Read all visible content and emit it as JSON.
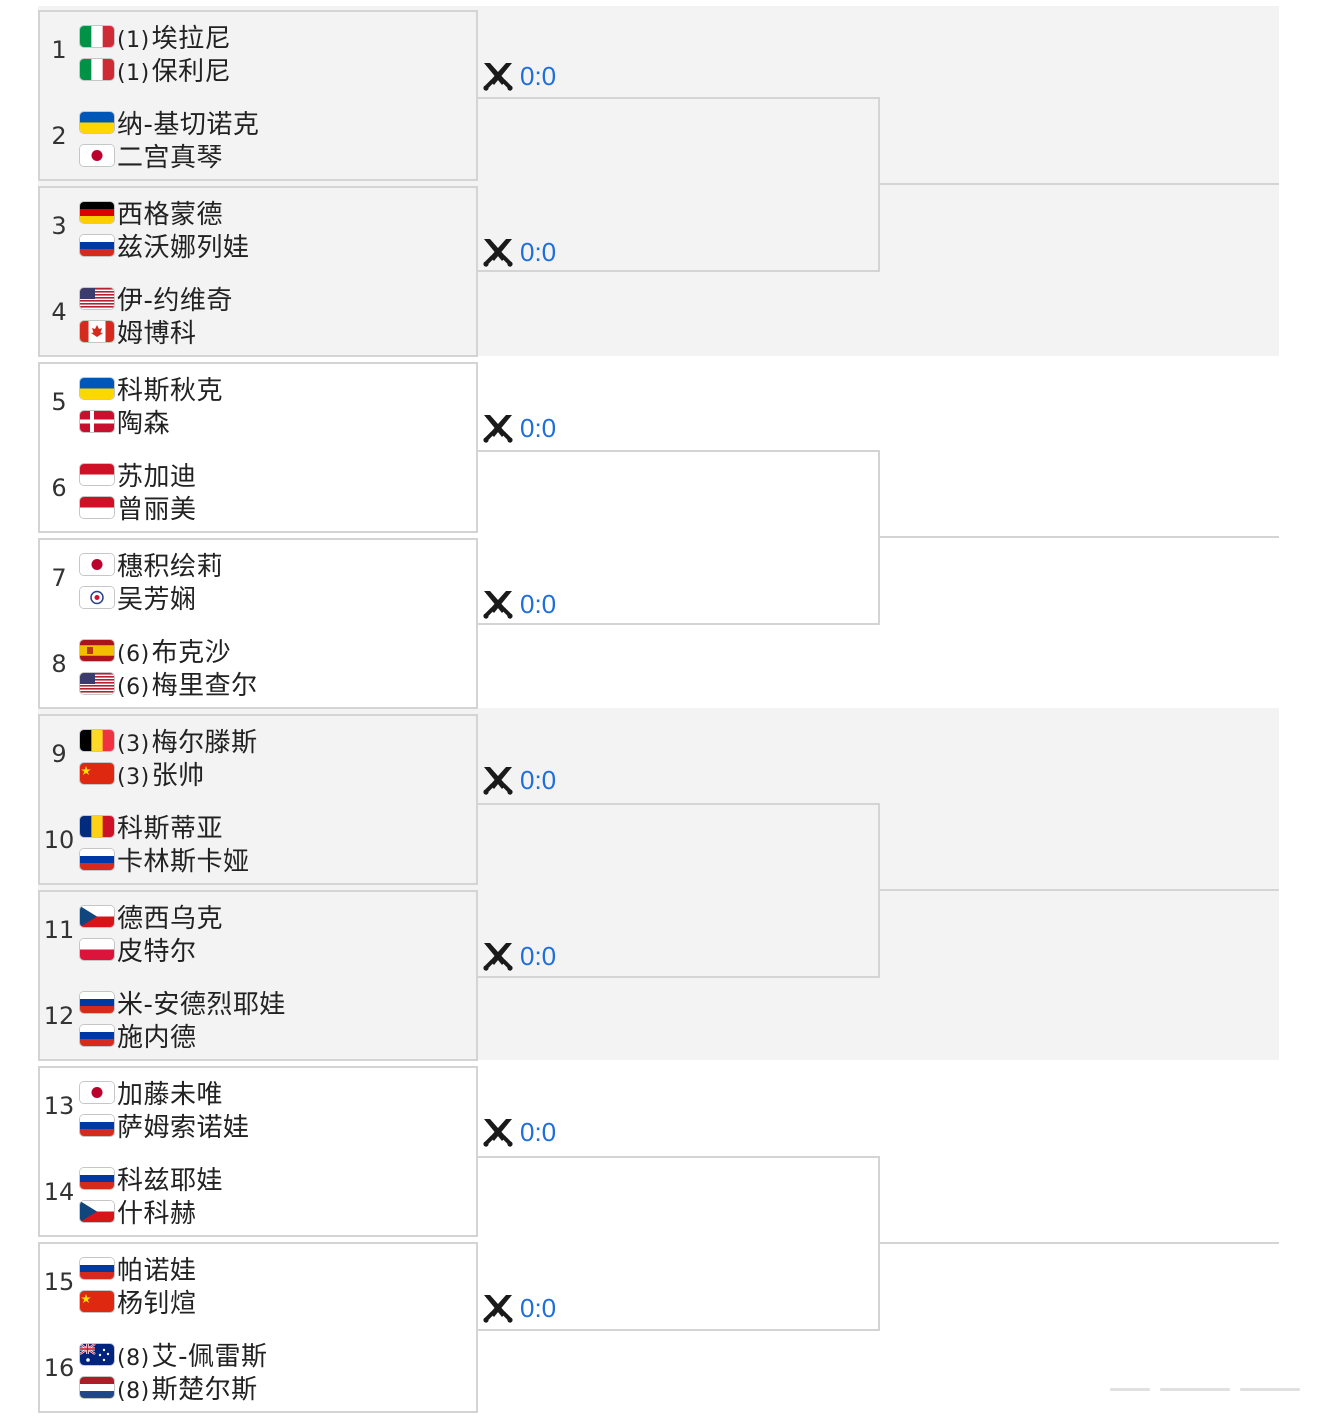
{
  "bracket": {
    "groups": [
      {
        "matches": [
          {
            "number": "1",
            "players": [
              {
                "seed": "(1)",
                "name": "埃拉尼",
                "flag": "italy"
              },
              {
                "seed": "(1)",
                "name": "保利尼",
                "flag": "italy"
              }
            ]
          },
          {
            "number": "2",
            "players": [
              {
                "seed": "",
                "name": "纳-基切诺克",
                "flag": "ukraine"
              },
              {
                "seed": "",
                "name": "二宫真琴",
                "flag": "japan"
              }
            ]
          }
        ],
        "score": "0:0"
      },
      {
        "matches": [
          {
            "number": "3",
            "players": [
              {
                "seed": "",
                "name": "西格蒙德",
                "flag": "germany"
              },
              {
                "seed": "",
                "name": "兹沃娜列娃",
                "flag": "russia"
              }
            ]
          },
          {
            "number": "4",
            "players": [
              {
                "seed": "",
                "name": "伊-约维奇",
                "flag": "usa"
              },
              {
                "seed": "",
                "name": "姆博科",
                "flag": "canada"
              }
            ]
          }
        ],
        "score": "0:0"
      },
      {
        "matches": [
          {
            "number": "5",
            "players": [
              {
                "seed": "",
                "name": "科斯秋克",
                "flag": "ukraine"
              },
              {
                "seed": "",
                "name": "陶森",
                "flag": "denmark"
              }
            ]
          },
          {
            "number": "6",
            "players": [
              {
                "seed": "",
                "name": "苏加迪",
                "flag": "indonesia"
              },
              {
                "seed": "",
                "name": "曾丽美",
                "flag": "indonesia"
              }
            ]
          }
        ],
        "score": "0:0"
      },
      {
        "matches": [
          {
            "number": "7",
            "players": [
              {
                "seed": "",
                "name": "穗积绘莉",
                "flag": "japan"
              },
              {
                "seed": "",
                "name": "吴芳娴",
                "flag": "chinese-taipei"
              }
            ]
          },
          {
            "number": "8",
            "players": [
              {
                "seed": "(6)",
                "name": "布克沙",
                "flag": "spain"
              },
              {
                "seed": "(6)",
                "name": "梅里查尔",
                "flag": "usa"
              }
            ]
          }
        ],
        "score": "0:0"
      },
      {
        "matches": [
          {
            "number": "9",
            "players": [
              {
                "seed": "(3)",
                "name": "梅尔滕斯",
                "flag": "belgium"
              },
              {
                "seed": "(3)",
                "name": "张帅",
                "flag": "china"
              }
            ]
          },
          {
            "number": "10",
            "players": [
              {
                "seed": "",
                "name": "科斯蒂亚",
                "flag": "romania"
              },
              {
                "seed": "",
                "name": "卡林斯卡娅",
                "flag": "russia"
              }
            ]
          }
        ],
        "score": "0:0"
      },
      {
        "matches": [
          {
            "number": "11",
            "players": [
              {
                "seed": "",
                "name": "德西乌克",
                "flag": "czech"
              },
              {
                "seed": "",
                "name": "皮特尔",
                "flag": "poland"
              }
            ]
          },
          {
            "number": "12",
            "players": [
              {
                "seed": "",
                "name": "米-安德烈耶娃",
                "flag": "russia"
              },
              {
                "seed": "",
                "name": "施内德",
                "flag": "russia"
              }
            ]
          }
        ],
        "score": "0:0"
      },
      {
        "matches": [
          {
            "number": "13",
            "players": [
              {
                "seed": "",
                "name": "加藤未唯",
                "flag": "japan"
              },
              {
                "seed": "",
                "name": "萨姆索诺娃",
                "flag": "russia"
              }
            ]
          },
          {
            "number": "14",
            "players": [
              {
                "seed": "",
                "name": "科兹耶娃",
                "flag": "russia"
              },
              {
                "seed": "",
                "name": "什科赫",
                "flag": "czech"
              }
            ]
          }
        ],
        "score": "0:0"
      },
      {
        "matches": [
          {
            "number": "15",
            "players": [
              {
                "seed": "",
                "name": "帕诺娃",
                "flag": "russia"
              },
              {
                "seed": "",
                "name": "杨钊煊",
                "flag": "china"
              }
            ]
          },
          {
            "number": "16",
            "players": [
              {
                "seed": "(8)",
                "name": "艾-佩雷斯",
                "flag": "australia"
              },
              {
                "seed": "(8)",
                "name": "斯楚尔斯",
                "flag": "netherlands"
              }
            ]
          }
        ],
        "score": "0:0"
      }
    ]
  },
  "icons": {
    "vs": "crossed-swords-icon"
  },
  "colors": {
    "score": "#1e6fd9",
    "border": "#d4d4d4",
    "band_alt": "#f3f3f3"
  }
}
